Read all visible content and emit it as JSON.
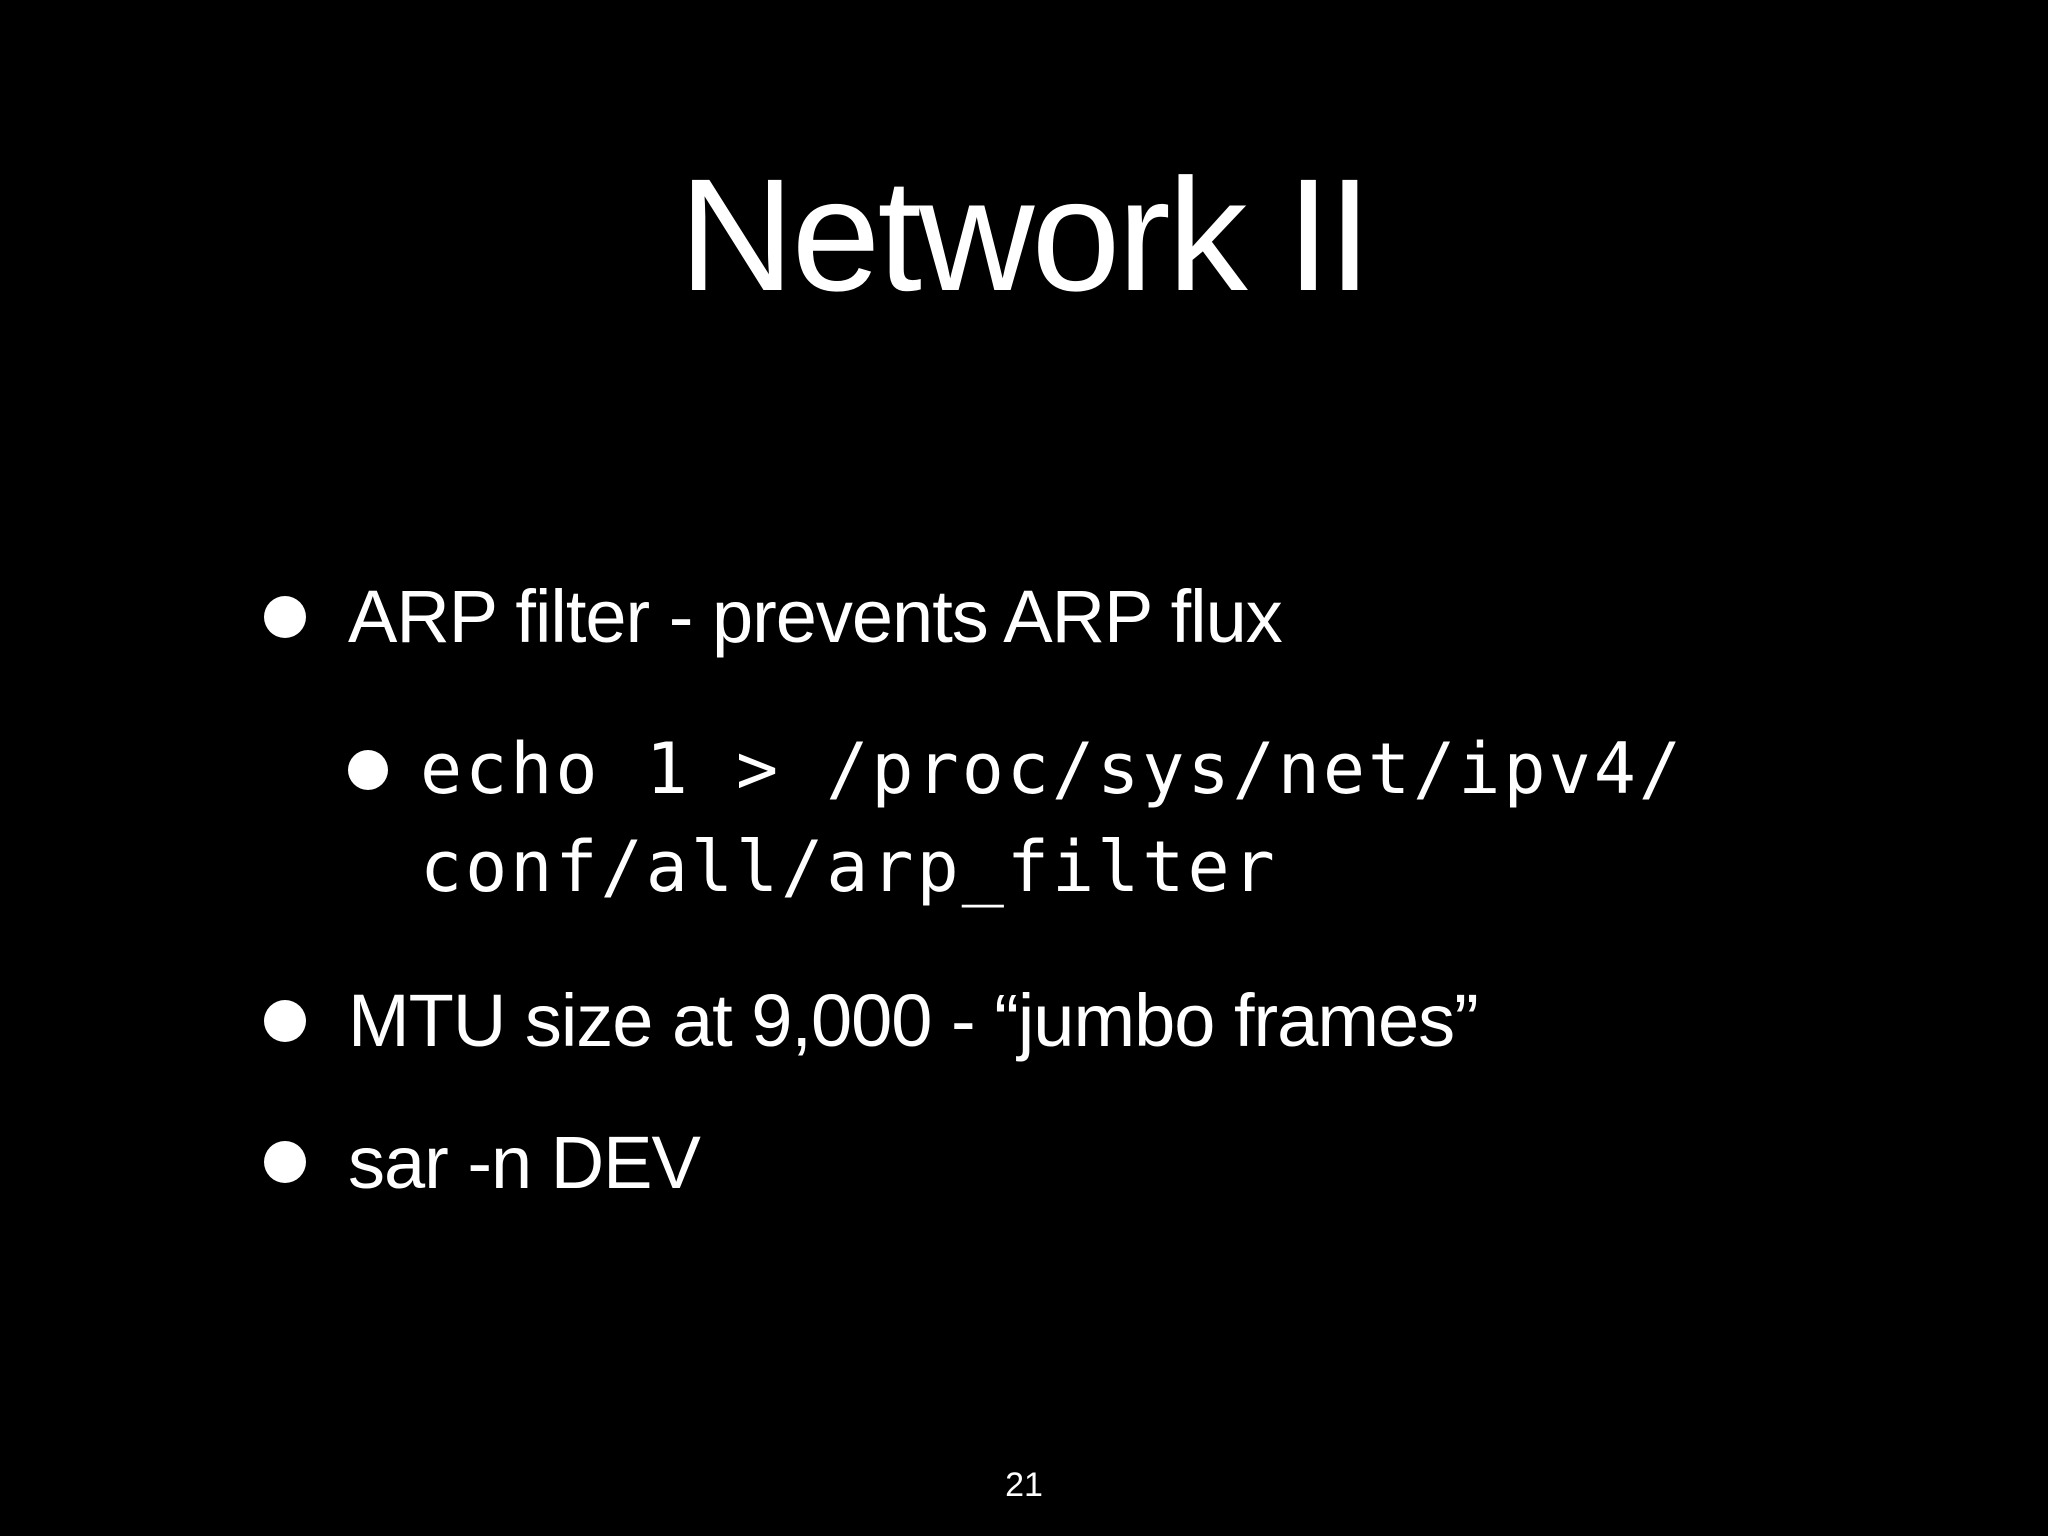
{
  "slide": {
    "title": "Network II",
    "bullets": [
      {
        "text": "ARP filter - prevents ARP flux"
      },
      {
        "code_line_1": "echo 1 > /proc/sys/net/ipv4/",
        "code_line_2": "conf/all/arp_filter"
      },
      {
        "text": "MTU size at 9,000 - “jumbo frames”"
      },
      {
        "text": "sar -n DEV"
      }
    ],
    "page_number": "21"
  },
  "colors": {
    "background": "#000000",
    "foreground": "#ffffff"
  }
}
